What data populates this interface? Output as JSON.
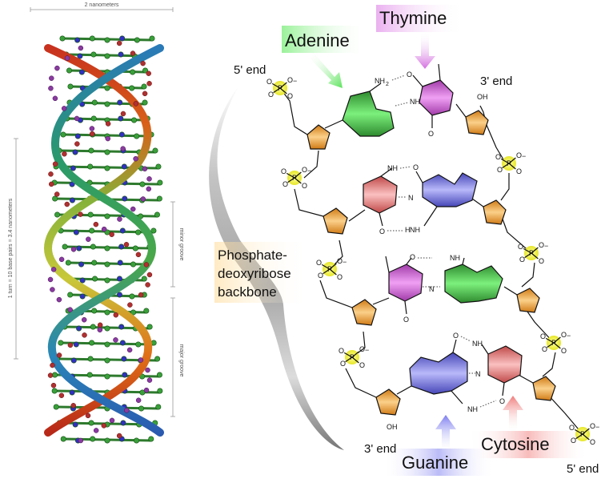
{
  "left_model": {
    "width_label": "2 nanometers",
    "turn_label": "1 turn = 10 base pairs = 3.4 nanometers",
    "minor_groove_label": "minor groove",
    "major_groove_label": "major groove"
  },
  "bases": {
    "adenine": "Adenine",
    "thymine": "Thymine",
    "guanine": "Guanine",
    "cytosine": "Cytosine"
  },
  "ends": {
    "top_left": "5' end",
    "top_right": "3' end",
    "bottom_left": "3' end",
    "bottom_right": "5' end"
  },
  "backbone_label": [
    "Phosphate-",
    "deoxyribose",
    "backbone"
  ],
  "atoms": {
    "P": "P",
    "O": "O",
    "N": "N",
    "NH": "NH",
    "NH2": "NH",
    "H2N": "H",
    "OH": "OH",
    "minus": "−",
    "two": "2"
  },
  "colors": {
    "adenine": "#5be35b",
    "thymine": "#d46ee0",
    "guanine": "#7b7bf0",
    "cytosine": "#f07b7b",
    "sugar": "#f0a030",
    "phosphate": "#f4f43c"
  }
}
